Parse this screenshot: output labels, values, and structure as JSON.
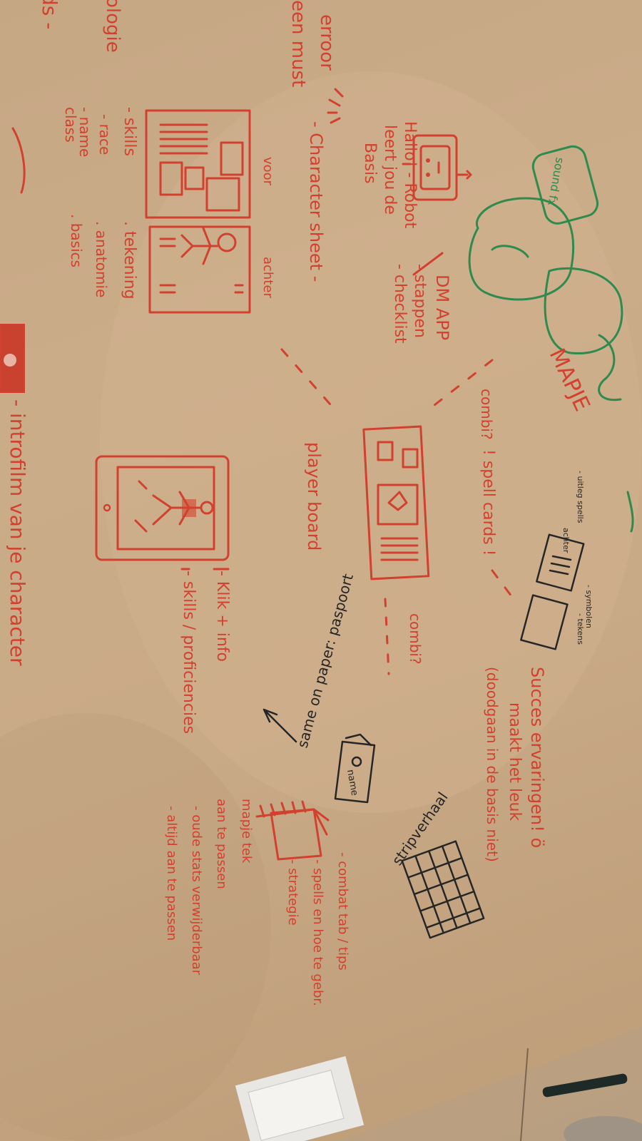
{
  "poster": {
    "left_edge": [
      "ds -",
      "ologie",
      "erroor",
      "een must",
      "- skills",
      "- race",
      "- name",
      "class",
      ". tekening",
      ". anatomie",
      ". basics"
    ],
    "robot_text": [
      "Hallo! - Robot",
      "leert jou de",
      "Basis"
    ],
    "dm_app": [
      "DM APP",
      "- stappen",
      "- checklist"
    ],
    "character_sheet": "- Character sheet -",
    "sheet_labels": [
      "voor",
      "achter"
    ],
    "mapje_title": "MAPJE",
    "combi_1": "combi?",
    "spellcards": "! spell cards !",
    "player_board": "player board",
    "combi_2": "combi?",
    "tablet_info": [
      "- Klik + info",
      "- skills / proficiencies"
    ],
    "intro_film": "- introfilm van je character",
    "succes": [
      "Succes ervaringen! ö",
      "maakt het leuk",
      "(doodgaan in de basis niet)"
    ],
    "same_on_paper": "same on paper: paspoort",
    "passport_label": "name",
    "stripverhaal": "stripverhaal",
    "mapje_notes": [
      "mapje tek",
      "aan te passen",
      "- oude stats verwijderbaar",
      "- altijd aan te passen"
    ],
    "combat_notes": [
      "- combat tab / tips",
      "- spells en hoe te gebr.",
      "- strategie"
    ],
    "spell_card_notes": [
      "achter",
      "- uitleg spells",
      "- symbolen",
      "- tekens"
    ],
    "sound_note": "sound fx"
  }
}
